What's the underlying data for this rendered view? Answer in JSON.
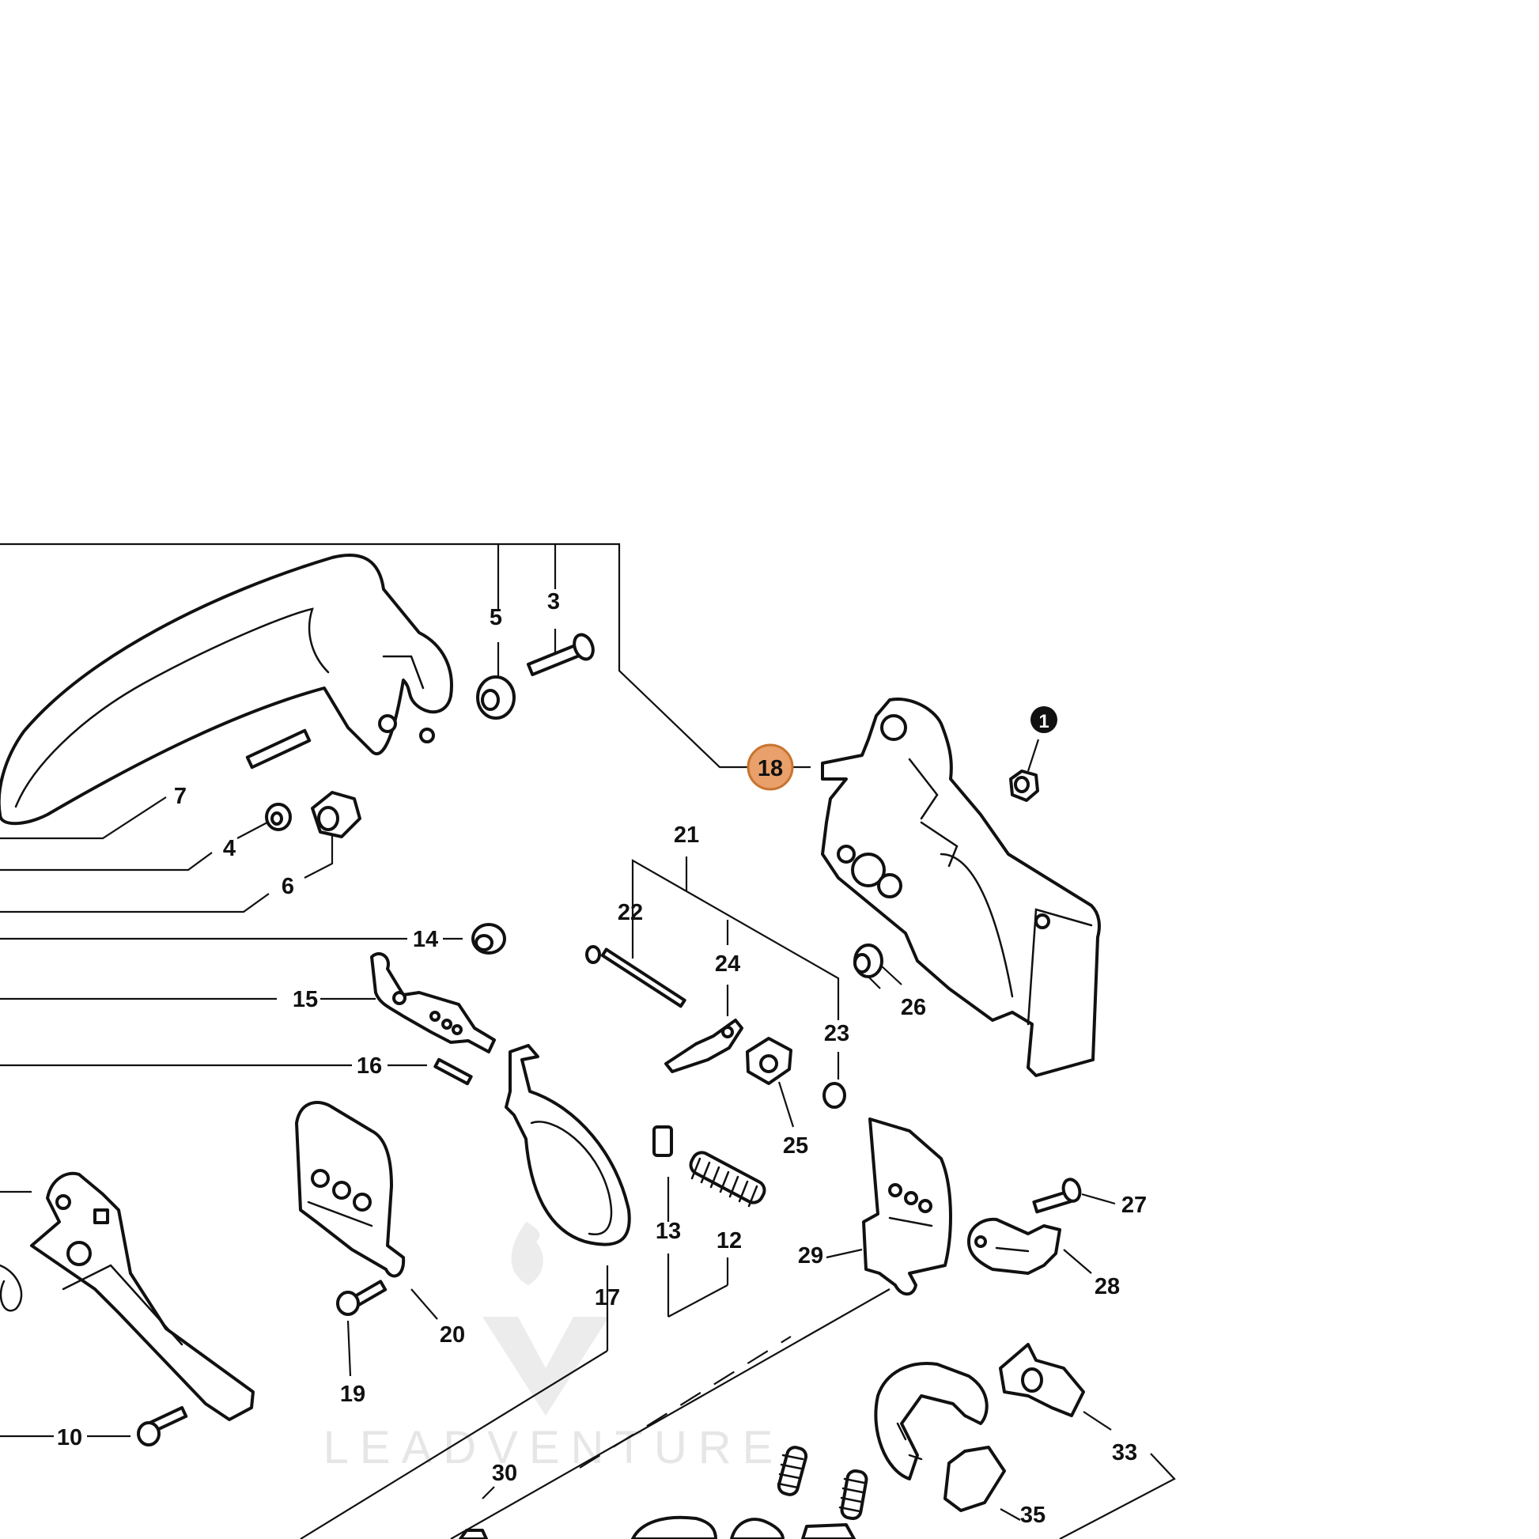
{
  "watermark": "LEADVENTURE",
  "highlight_color": "#e9a06a",
  "highlight_stroke": "#c8742f",
  "callouts": {
    "c1": "1",
    "c3": "3",
    "c4": "4",
    "c5": "5",
    "c6": "6",
    "c7": "7",
    "c10": "10",
    "c12": "12",
    "c13": "13",
    "c14": "14",
    "c15": "15",
    "c16": "16",
    "c17": "17",
    "c18": "18",
    "c19": "19",
    "c20": "20",
    "c21": "21",
    "c22": "22",
    "c23": "23",
    "c24": "24",
    "c25": "25",
    "c26": "26",
    "c27": "27",
    "c28": "28",
    "c29": "29",
    "c30": "30",
    "c33": "33",
    "c35": "35"
  }
}
